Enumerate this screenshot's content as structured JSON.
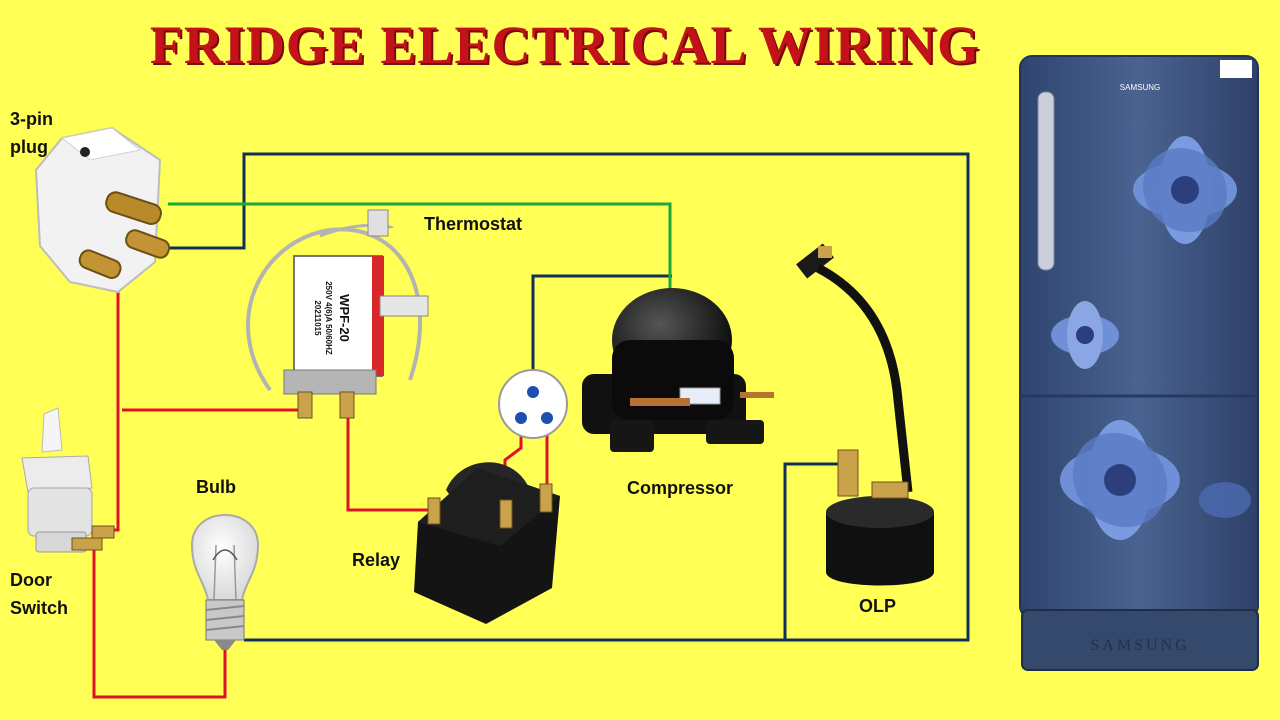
{
  "title": "FRIDGE ELECTRICAL WIRING",
  "labels": {
    "plug_line1": "3-pin",
    "plug_line2": "plug",
    "thermostat": "Thermostat",
    "bulb": "Bulb",
    "compressor": "Compressor",
    "relay": "Relay",
    "door_line1": "Door",
    "door_line2": "Switch",
    "olp": "OLP"
  },
  "thermostat_text": {
    "model": "WPF-20",
    "rating": "250V 4(6)A 50/60HZ",
    "code": "20211015"
  },
  "brand": {
    "fridge_top": "SAMSUNG",
    "fridge_bottom": "SAMSUNG"
  },
  "colors": {
    "background": "#ffff55",
    "title": "#c4121a",
    "wire_live": "#e0102a",
    "wire_neutral": "#10305a",
    "wire_earth": "#1aa83a",
    "fridge_body": "#3e567e"
  }
}
